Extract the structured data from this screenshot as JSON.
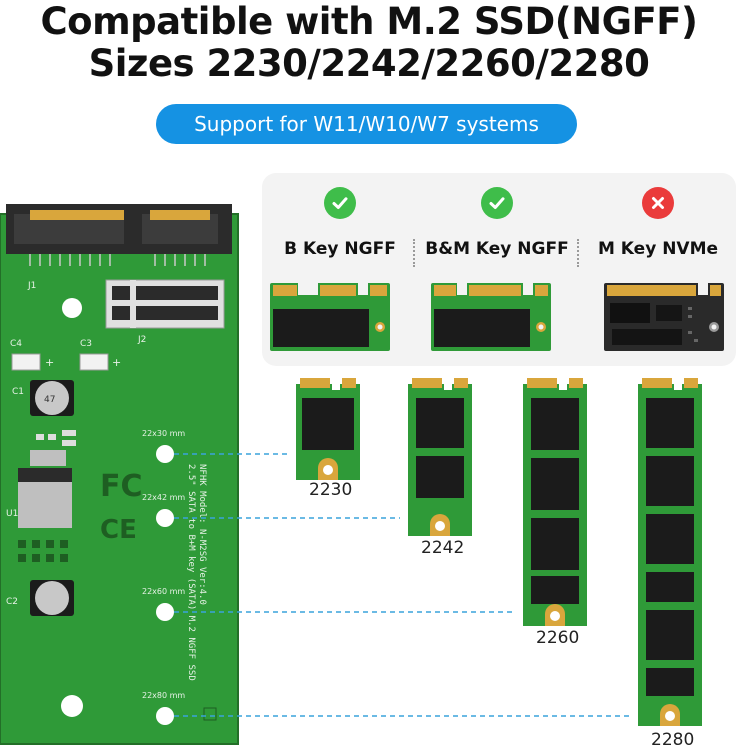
{
  "header": {
    "line1": "Compatible with M.2 SSD(NGFF)",
    "line2": "Sizes 2230/2242/2260/2280",
    "support_badge": "Support for W11/W10/W7 systems"
  },
  "compatibility": [
    {
      "label": "B Key NGFF",
      "supported": true,
      "icon": "check-icon"
    },
    {
      "label": "B&M Key NGFF",
      "supported": true,
      "icon": "check-icon"
    },
    {
      "label": "M Key NVMe",
      "supported": false,
      "icon": "cross-icon"
    }
  ],
  "board": {
    "markings": {
      "j1": "J1",
      "j2": "J2",
      "c4": "C4",
      "c3": "C3",
      "c1": "C1",
      "c2": "C2",
      "u1": "U1",
      "plus": "+",
      "model_line1": "NFHK Model: N-M2SG Ver:4.0",
      "model_line2": "2.5\" SATA to B+M key (SATA) M.2 NGFF SSD",
      "fc": "FC",
      "ce": "CE",
      "cap": "47",
      "h1": "22x30 mm",
      "h2": "22x42 mm",
      "h3": "22x60 mm",
      "h4": "22x80 mm"
    }
  },
  "sizes": [
    {
      "label": "2230"
    },
    {
      "label": "2242"
    },
    {
      "label": "2260"
    },
    {
      "label": "2280"
    }
  ],
  "colors": {
    "pcb": "#2f9a38",
    "pcb_dark": "#236f28",
    "gold": "#d9a63c",
    "badge": "#1592e3",
    "check": "#3fbd4a",
    "cross": "#ea3b3b",
    "dash": "#3aa3dc"
  }
}
